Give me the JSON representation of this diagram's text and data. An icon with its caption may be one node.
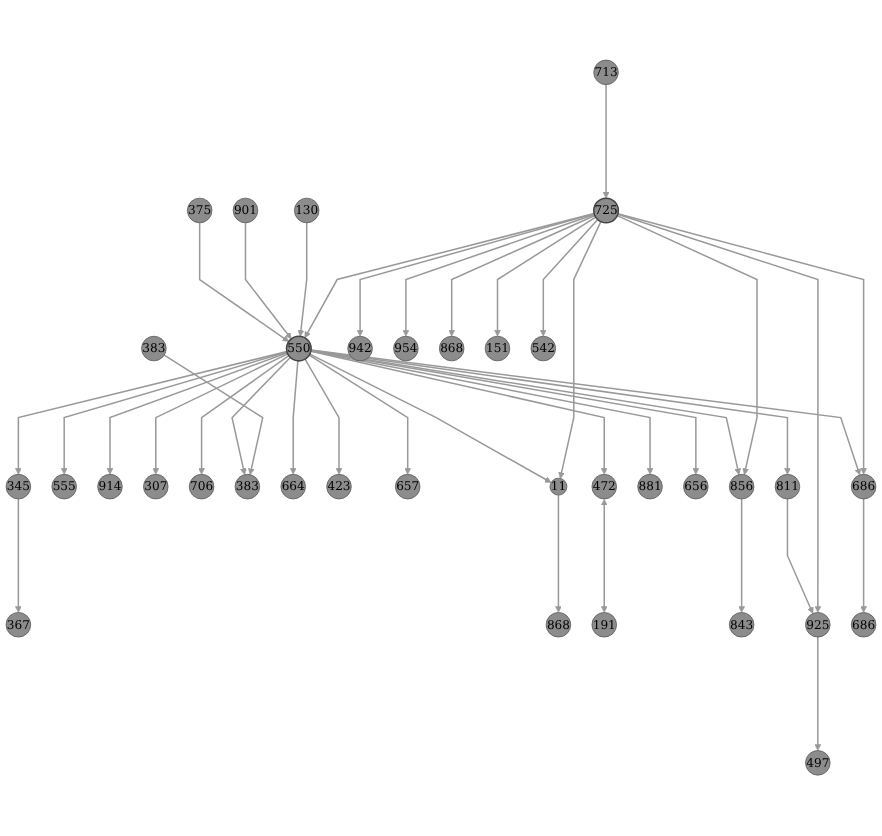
{
  "diagram": {
    "nodes": [
      {
        "text": [
          "367"
        ]
      },
      {
        "text": [
          "383"
        ]
      },
      {
        "text": [
          "345"
        ]
      },
      {
        "text": [
          "555"
        ]
      },
      {
        "text": [
          "914"
        ]
      },
      {
        "text": [
          "307"
        ]
      },
      {
        "text": [
          "706"
        ]
      },
      {
        "text": [
          "383"
        ]
      },
      {
        "text": [
          "664"
        ]
      },
      {
        "text": [
          "423"
        ]
      },
      {
        "text": [
          "375"
        ]
      },
      {
        "text": [
          "657"
        ]
      },
      {
        "text": [
          "868"
        ]
      },
      {
        "text": [
          "472"
        ]
      },
      {
        "text": [
          "191"
        ]
      },
      {
        "text": [
          "11"
        ]
      },
      {
        "text": [
          "550"
        ]
      },
      {
        "text": [
          "901"
        ]
      },
      {
        "text": [
          "881"
        ]
      },
      {
        "text": [
          "656"
        ]
      },
      {
        "text": [
          "856"
        ]
      },
      {
        "text": [
          "843"
        ]
      },
      {
        "text": [
          "942"
        ]
      },
      {
        "text": [
          "954"
        ]
      },
      {
        "text": [
          "130"
        ]
      },
      {
        "text": [
          "868"
        ]
      },
      {
        "text": [
          "811"
        ]
      },
      {
        "text": [
          "725"
        ]
      },
      {
        "text": [
          "686"
        ]
      },
      {
        "text": [
          "925"
        ]
      },
      {
        "text": [
          "713"
        ]
      },
      {
        "text": [
          "151"
        ]
      },
      {
        "text": [
          "542"
        ]
      },
      {
        "text": [
          "686"
        ]
      },
      {
        "text": [
          "497"
        ]
      }
    ],
    "edges": [
      {
        "from": 2,
        "to": 0,
        "arrow": "to"
      },
      {
        "from": 16,
        "to": 2,
        "arrow": "to"
      },
      {
        "from": 16,
        "to": 6,
        "arrow": "to"
      },
      {
        "from": 16,
        "to": 9,
        "arrow": "to"
      },
      {
        "from": 16,
        "to": 3,
        "arrow": "to"
      },
      {
        "from": 16,
        "to": 4,
        "arrow": "to"
      },
      {
        "from": 16,
        "to": 5,
        "arrow": "to"
      },
      {
        "from": 16,
        "to": 8,
        "arrow": "to"
      },
      {
        "from": 16,
        "to": 7,
        "arrow": "to"
      },
      {
        "from": 1,
        "to": 7,
        "arrow": "to"
      },
      {
        "from": 16,
        "to": 11,
        "arrow": "to"
      },
      {
        "from": 10,
        "to": 16,
        "arrow": "to"
      },
      {
        "from": 16,
        "to": 13,
        "arrow": "to"
      },
      {
        "from": 13,
        "to": 14,
        "arrow": "both"
      },
      {
        "from": 17,
        "to": 16,
        "arrow": "to"
      },
      {
        "from": 16,
        "to": 19,
        "arrow": "to"
      },
      {
        "from": 24,
        "to": 16,
        "arrow": "to"
      },
      {
        "from": 16,
        "to": 15,
        "arrow": "to"
      },
      {
        "from": 15,
        "to": 12,
        "arrow": "to"
      },
      {
        "from": 16,
        "to": 18,
        "arrow": "to"
      },
      {
        "from": 16,
        "to": 20,
        "arrow": "to"
      },
      {
        "from": 20,
        "to": 21,
        "arrow": "to"
      },
      {
        "from": 27,
        "to": 20,
        "arrow": "to"
      },
      {
        "from": 27,
        "to": 15,
        "arrow": "to"
      },
      {
        "from": 27,
        "to": 22,
        "arrow": "to"
      },
      {
        "from": 27,
        "to": 23,
        "arrow": "to"
      },
      {
        "from": 27,
        "to": 16,
        "arrow": "to"
      },
      {
        "from": 27,
        "to": 25,
        "arrow": "to"
      },
      {
        "from": 16,
        "to": 26,
        "arrow": "to"
      },
      {
        "from": 26,
        "to": 29,
        "arrow": "to"
      },
      {
        "from": 16,
        "to": 28,
        "arrow": "to"
      },
      {
        "from": 27,
        "to": 29,
        "arrow": "to"
      },
      {
        "from": 27,
        "to": 28,
        "arrow": "to"
      },
      {
        "from": 30,
        "to": 27,
        "arrow": "to"
      },
      {
        "from": 27,
        "to": 31,
        "arrow": "to"
      },
      {
        "from": 27,
        "to": 32,
        "arrow": "to"
      },
      {
        "from": 29,
        "to": 34,
        "arrow": "to"
      },
      {
        "from": 28,
        "to": 33,
        "arrow": "to"
      }
    ]
  }
}
